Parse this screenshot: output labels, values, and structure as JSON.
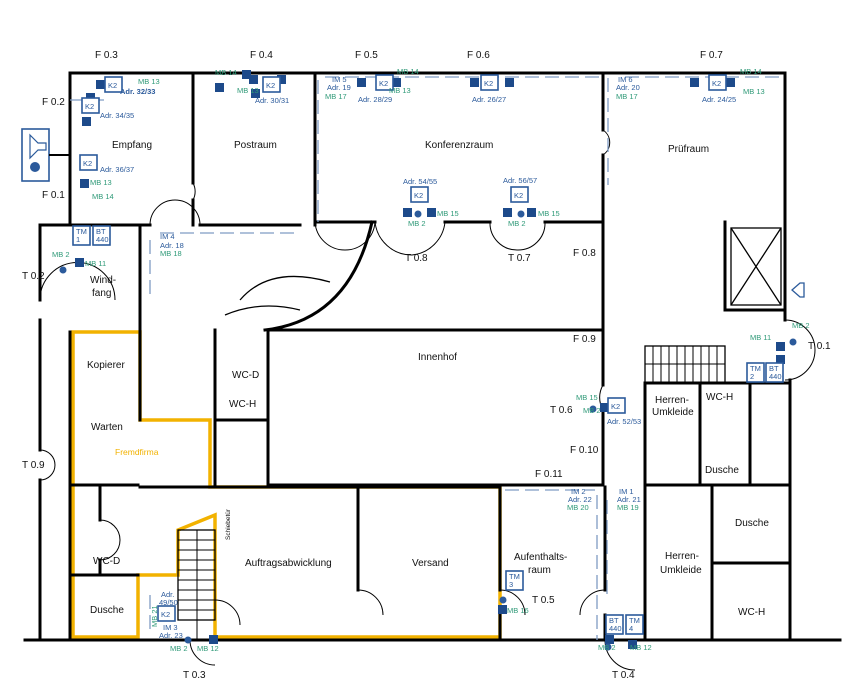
{
  "colors": {
    "wall": "#000000",
    "device": "#1d4a8a",
    "device_text": "#2b5a9b",
    "mb_text": "#2f9a78",
    "third_party_zone": "#f2b200",
    "dashed_line": "#7f9cc4"
  },
  "rooms": [
    "Empfang",
    "Postraum",
    "Konferenzraum",
    "Prüfraum",
    "Wind-",
    "fang",
    "Kopierer",
    "Warten",
    "Fremdfirma",
    "WC-D",
    "WC-H",
    "Innenhof",
    "Herren-",
    "Umkleide",
    "WC-H",
    "Dusche",
    "Aufenthalts-",
    "raum",
    "Auftragsabwicklung",
    "Versand",
    "WC-D",
    "Dusche",
    "Herren-",
    "Umkleide",
    "Dusche",
    "WC-H",
    "Schiebetür"
  ],
  "openings": [
    "F 0.1",
    "F 0.2",
    "F 0.3",
    "F 0.4",
    "F 0.5",
    "F 0.6",
    "F 0.7",
    "F 0.8",
    "F 0.9",
    "F 0.10",
    "F 0.11",
    "T 0.1",
    "T 0.2",
    "T 0.3",
    "T 0.4",
    "T 0.5",
    "T 0.6",
    "T 0.7",
    "T 0.8",
    "T 0.9"
  ],
  "device_labels": [
    "Adr. 32/33",
    "Adr. 34/35",
    "Adr. 36/37",
    "Adr. 30/31",
    "IM 5",
    "Adr. 19",
    "Adr. 28/29",
    "Adr. 26/27",
    "IM 6",
    "Adr. 20",
    "Adr. 24/25",
    "IM 4",
    "Adr. 18",
    "Adr. 54/55",
    "Adr. 56/57",
    "Adr. 52/53",
    "IM 2",
    "Adr. 22",
    "IM 1",
    "Adr. 21",
    "Adr.",
    "49/50",
    "IM 3",
    "Adr. 23"
  ],
  "mb_labels": [
    "MB 13",
    "MB 13",
    "MB 14",
    "MB 14",
    "MB 13",
    "MB 17",
    "MB 14",
    "MB 13",
    "MB 14",
    "MB 13",
    "MB 17",
    "MB 18",
    "MB 2",
    "MB 11",
    "MB 2",
    "MB 15",
    "MB 2",
    "MB 15",
    "MB 2",
    "MB 11",
    "MB 15",
    "MB 2",
    "MB 20",
    "MB 19",
    "MB 16",
    "MB 2",
    "MB 12",
    "MB 21",
    "MB 2",
    "MB 12"
  ],
  "k2_label": "K2",
  "panels": [
    {
      "a": "TM",
      "b": "1"
    },
    {
      "a": "BT",
      "b": "440"
    },
    {
      "a": "TM",
      "b": "2"
    },
    {
      "a": "BT",
      "b": "440"
    },
    {
      "a": "TM",
      "b": "3"
    },
    {
      "a": "BT",
      "b": "440"
    },
    {
      "a": "TM",
      "b": "4"
    }
  ],
  "icons": [
    "siren-icon",
    "horn-icon",
    "smoke-detector-icon",
    "manual-call-point-icon",
    "heat-detector-icon",
    "elevator-icon",
    "staircase-icon"
  ]
}
